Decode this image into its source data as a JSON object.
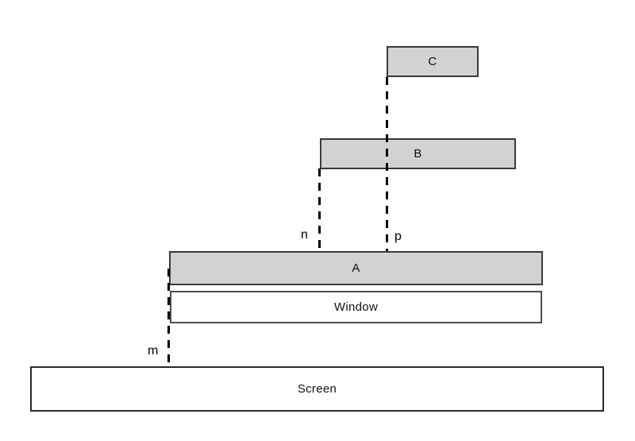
{
  "diagram": {
    "type": "block-diagram",
    "boxes": {
      "c": {
        "label": "C",
        "fill": "#d2d2d2"
      },
      "b": {
        "label": "B",
        "fill": "#d2d2d2"
      },
      "a": {
        "label": "A",
        "fill": "#d2d2d2"
      },
      "window": {
        "label": "Window",
        "fill": "#ffffff"
      },
      "screen": {
        "label": "Screen",
        "fill": "#ffffff"
      }
    },
    "distance_markers": {
      "m": {
        "label": "m",
        "connects": "A/Window left edge to Screen"
      },
      "n": {
        "label": "n",
        "connects": "B left edge to A"
      },
      "p": {
        "label": "p",
        "connects": "C left edge through B to A"
      }
    },
    "colors": {
      "background": "#ffffff",
      "box_fill_gray": "#d2d2d2",
      "box_border": "#3a3a3a",
      "dashed_line": "#000000",
      "text": "#111111"
    }
  }
}
